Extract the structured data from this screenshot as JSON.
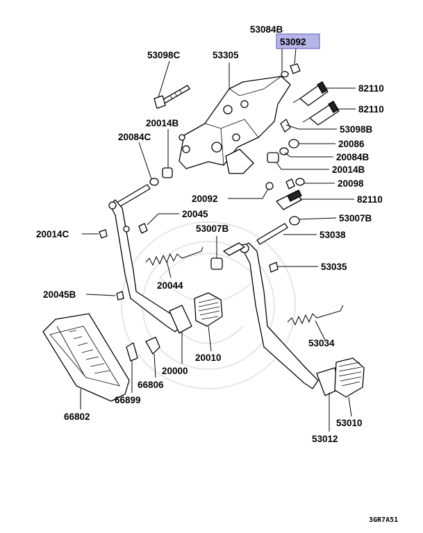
{
  "diagram": {
    "highlight_color": "#b5b5e8",
    "highlighted_part": "53092",
    "drawing_code": "3GR7A51",
    "parts": {
      "p53084B": "53084B",
      "p53092": "53092",
      "p53098C": "53098C",
      "p53305": "53305",
      "p82110a": "82110",
      "p82110b": "82110",
      "p20014B_l": "20014B",
      "p53098B": "53098B",
      "p20084C": "20084C",
      "p20086": "20086",
      "p20084B": "20084B",
      "p20014B_r": "20014B",
      "p20092": "20092",
      "p20098": "20098",
      "p82110c": "82110",
      "p20045": "20045",
      "p53007B_l": "53007B",
      "p53007B_r": "53007B",
      "p20014C": "20014C",
      "p53038": "53038",
      "p53035": "53035",
      "p20044": "20044",
      "p20045B": "20045B",
      "p53034": "53034",
      "p20010": "20010",
      "p20000": "20000",
      "p66806": "66806",
      "p66899": "66899",
      "p66802": "66802",
      "p53010": "53010",
      "p53012": "53012"
    }
  }
}
